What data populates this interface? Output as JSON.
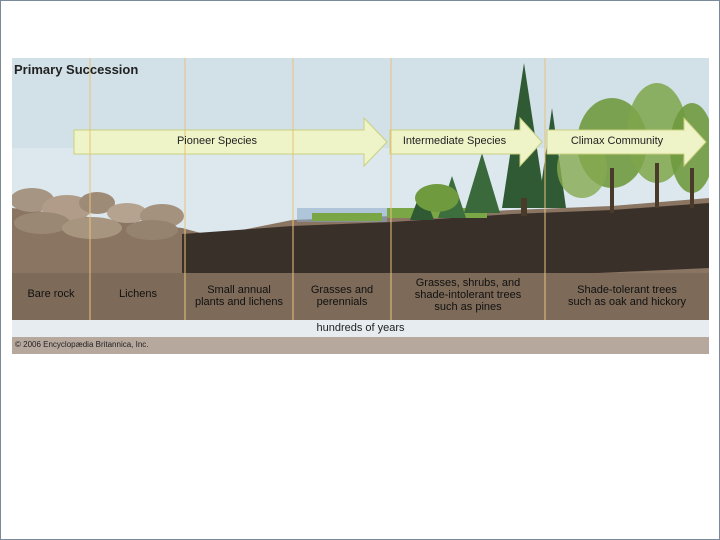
{
  "title": "Primary Succession",
  "arrows": [
    {
      "label": "Pioneer Species"
    },
    {
      "label": "Intermediate Species"
    },
    {
      "label": "Climax Community"
    }
  ],
  "stages": [
    {
      "line1": "Bare rock",
      "line2": ""
    },
    {
      "line1": "Lichens",
      "line2": ""
    },
    {
      "line1": "Small annual",
      "line2": "plants and lichens"
    },
    {
      "line1": "Grasses and",
      "line2": "perennials"
    },
    {
      "line1": "Grasses, shrubs, and",
      "line2": "shade-intolerant trees",
      "line3": "such as pines"
    },
    {
      "line1": "Shade-tolerant trees",
      "line2": "such as oak and hickory"
    }
  ],
  "time_axis": "hundreds of years",
  "copyright": "© 2006 Encyclopædia Britannica, Inc.",
  "colors": {
    "sky": "#dce8ee",
    "soil": "#4a3d33",
    "topsoil": "#2f2722",
    "arrow_fill": "#eef4c8",
    "arrow_stroke": "#c9cf7d",
    "divider": "#e9c27a",
    "grass": "#7aa646",
    "pine": "#2f5a33",
    "deciduous": "#6f9a3e"
  }
}
